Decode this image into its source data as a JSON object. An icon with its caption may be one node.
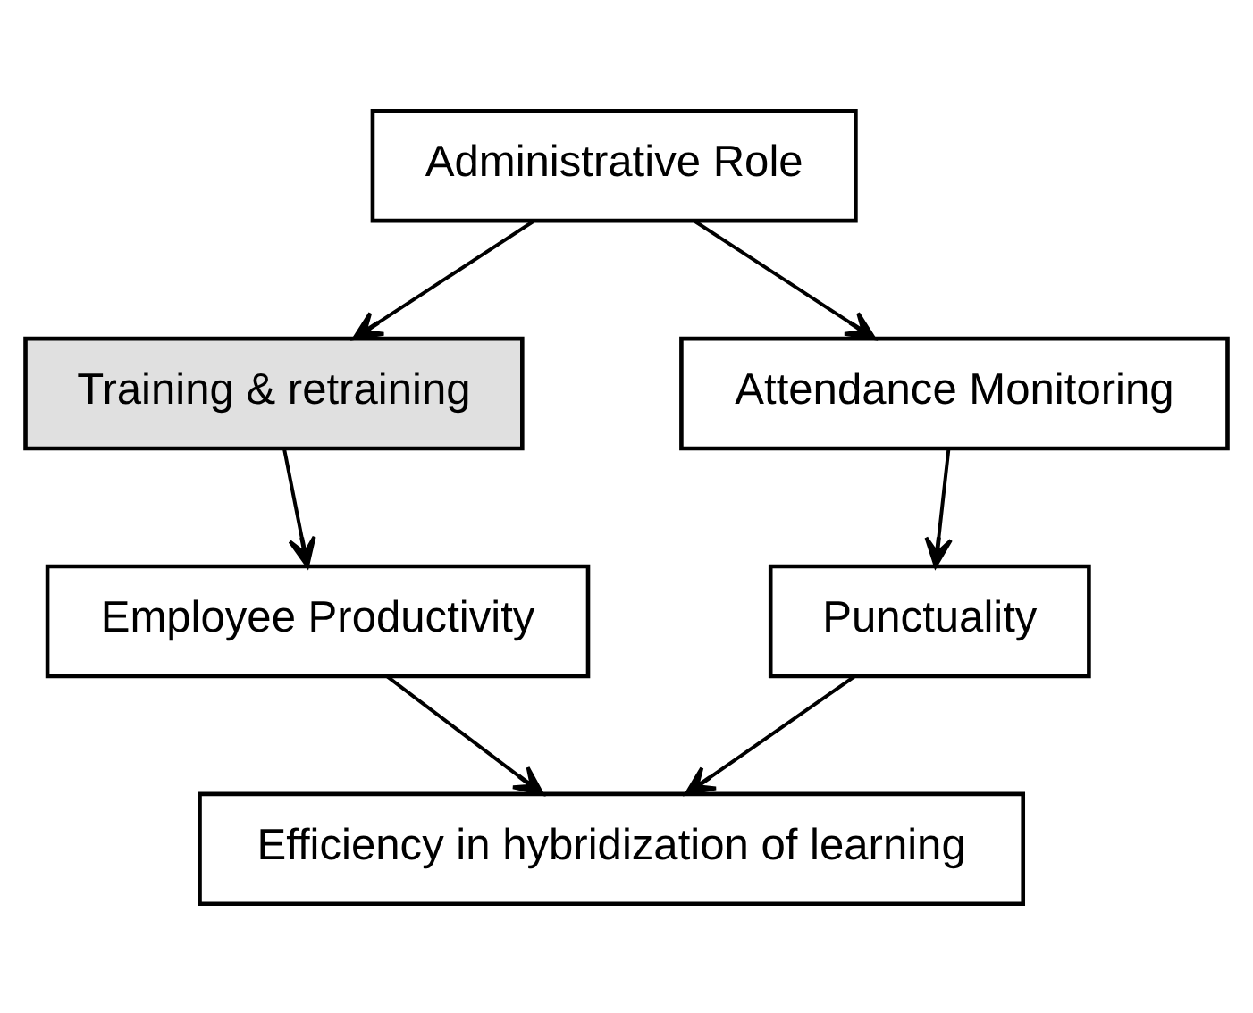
{
  "diagram": {
    "nodes": [
      {
        "text": [
          "Administrative Role"
        ]
      },
      {
        "text": [
          "Training & retraining"
        ]
      },
      {
        "text": [
          "Attendance Monitoring"
        ]
      },
      {
        "text": [
          "Employee Productivity"
        ]
      },
      {
        "text": [
          "Punctuality"
        ]
      },
      {
        "text": [
          "Efficiency in hybridization of learning"
        ]
      }
    ],
    "edges": [
      {
        "from": 0,
        "to": 1,
        "arrow": "to"
      },
      {
        "from": 0,
        "to": 2,
        "arrow": "to"
      },
      {
        "from": 1,
        "to": 3,
        "arrow": "to"
      },
      {
        "from": 2,
        "to": 4,
        "arrow": "to"
      },
      {
        "from": 3,
        "to": 5,
        "arrow": "to"
      },
      {
        "from": 4,
        "to": 5,
        "arrow": "to"
      }
    ]
  }
}
